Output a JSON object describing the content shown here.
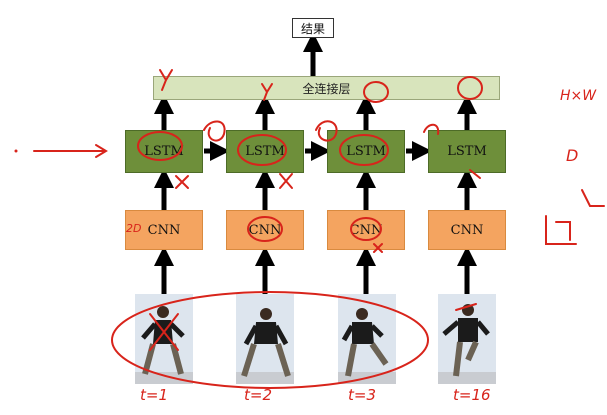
{
  "diagram": {
    "result_label": "结果",
    "fc_label": "全连接层",
    "lstm_label": "LSTM",
    "cnn_label": "CNN",
    "time_labels": [
      "t=1",
      "t=2",
      "t=3",
      "t=16"
    ],
    "handwriting": {
      "side_top": "H×W",
      "side_mid": "D",
      "cnn_left_mark": "2D"
    }
  },
  "colors": {
    "fc_fill": "#d8e4bc",
    "lstm_fill": "#6e8f3a",
    "cnn_fill": "#f4a460",
    "annotation_red": "#d8241b",
    "arrow": "#000000"
  }
}
